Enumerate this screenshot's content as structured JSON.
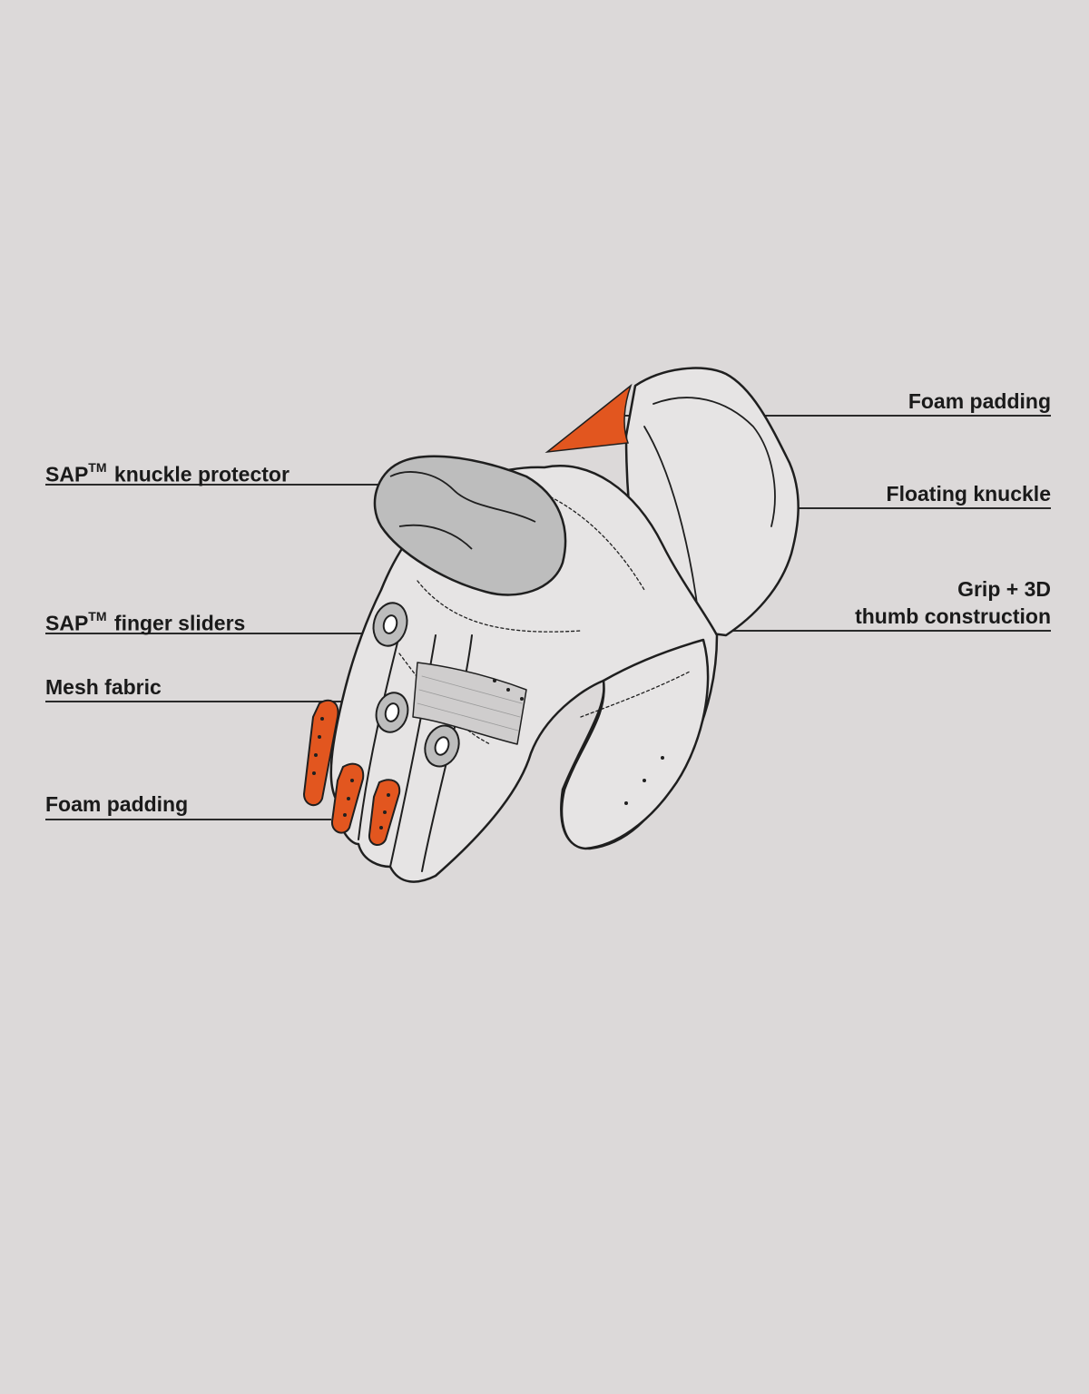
{
  "colors": {
    "background": "#dcd9d9",
    "outline": "#1f1f1f",
    "glove_fill": "#e6e4e4",
    "protector_fill": "#bdbdbd",
    "accent_orange": "#e2561f",
    "text": "#1a1a1a"
  },
  "callouts": {
    "foam_top": {
      "text": "Foam padding"
    },
    "knuckle_protector": {
      "brand": "SAP",
      "tm": "TM",
      "rest": "knuckle protector"
    },
    "floating_knuckle": {
      "text": "Floating knuckle"
    },
    "finger_sliders": {
      "brand": "SAP",
      "tm": "TM",
      "rest": "finger sliders"
    },
    "grip_thumb": {
      "line1": "Grip + 3D",
      "line2": "thumb construction"
    },
    "mesh": {
      "text": "Mesh fabric"
    },
    "foam_bottom": {
      "text": "Foam padding"
    }
  }
}
